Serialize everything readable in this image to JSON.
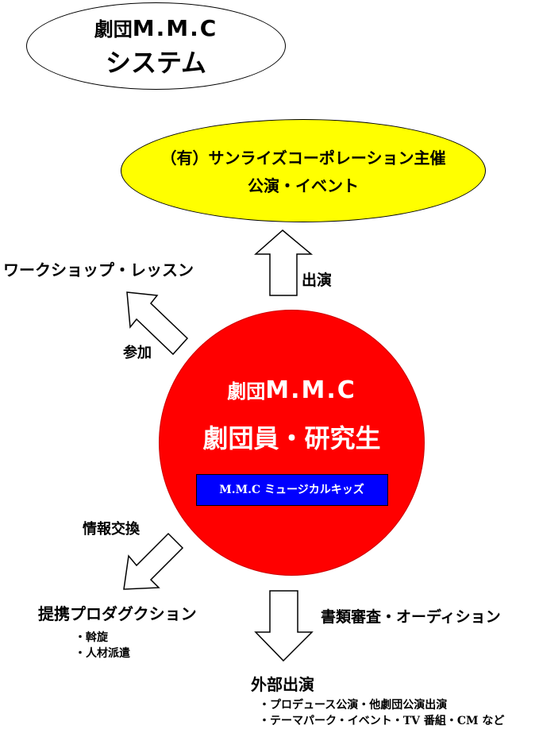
{
  "title_box": {
    "line1_prefix": "劇団",
    "line1_name": "M.M.C",
    "line2": "システム"
  },
  "top_box": {
    "line1": "（有）サンライズコーポレーション主催",
    "line2": "公演・イベント"
  },
  "center": {
    "line1_prefix": "劇団",
    "line1_name": "M.M.C",
    "line2": "劇団員・研究生",
    "kids_label": "M.M.C ミュージカルキッズ",
    "fill_color": "#ff0000",
    "kids_color": "#0000ff"
  },
  "top_box_color": "#ffff00",
  "labels": {
    "shutsuen": "出演",
    "workshop": "ワークショップ・レッスン",
    "sanka": "参加",
    "jouhou": "情報交換",
    "teikei": "提携プロダグクション",
    "teikei_items": [
      "・斡旋",
      "・人材派遣"
    ],
    "shorui": "書類審査・オーディション",
    "gaibu": "外部出演",
    "gaibu_items": [
      "・プロデュース公演・他劇団公演出演",
      "・テーマパーク・イベント・TV 番組・CM など"
    ]
  }
}
